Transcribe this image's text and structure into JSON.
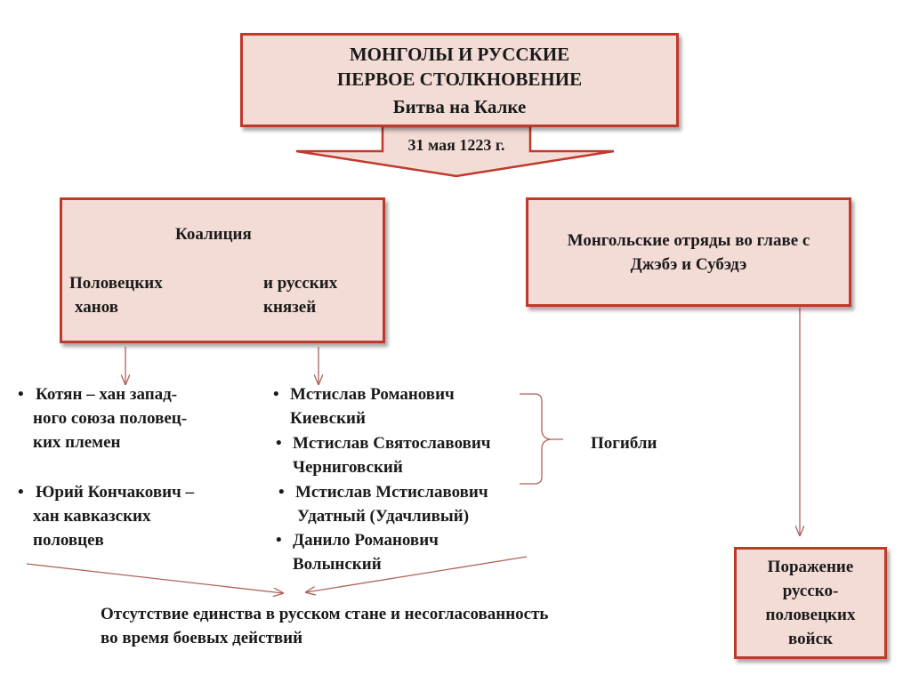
{
  "title": {
    "line1": "МОНГОЛЫ И РУССКИЕ",
    "line2": "ПЕРВОЕ СТОЛКНОВЕНИЕ",
    "line3": "Битва на Калке"
  },
  "date": "31 мая 1223 г.",
  "coalition": {
    "heading": "Коалиция",
    "left_line1": "Половецких",
    "left_line2": "ханов",
    "right_line1": "и русских",
    "right_line2": "князей"
  },
  "mongols": {
    "line1": "Монгольские отряды во главе с",
    "line2": "Джэбэ и Субэдэ"
  },
  "khans": [
    {
      "bullet": "•",
      "lines": [
        "Котян – хан запад-",
        "ного союза половец-",
        "ких племен"
      ]
    },
    {
      "bullet": "•",
      "lines": [
        "Юрий Кончакович –",
        "хан  кавказских",
        "половцев"
      ]
    }
  ],
  "princes": [
    {
      "bullet": "•",
      "lines": [
        "Мстислав Романович",
        "Киевский"
      ]
    },
    {
      "bullet": "•",
      "lines": [
        "Мстислав Святославович",
        "Черниговский"
      ]
    },
    {
      "bullet": "•",
      "lines": [
        "Мстислав Мстиславович",
        "Удатный (Удачливый)"
      ]
    },
    {
      "bullet": "•",
      "lines": [
        "Данило Романович",
        "Волынский"
      ]
    }
  ],
  "died_label": "Погибли",
  "conclusion": {
    "line1": "Отсутствие единства  в русском стане и несогласованность",
    "line2": "во время боевых действий"
  },
  "defeat": {
    "line1": "Поражение",
    "line2": "русско-",
    "line3": "половецких",
    "line4": "войск"
  },
  "colors": {
    "box_fill": "#f4dcd6",
    "box_border": "#c0392b",
    "arrow": "#c07a72"
  }
}
